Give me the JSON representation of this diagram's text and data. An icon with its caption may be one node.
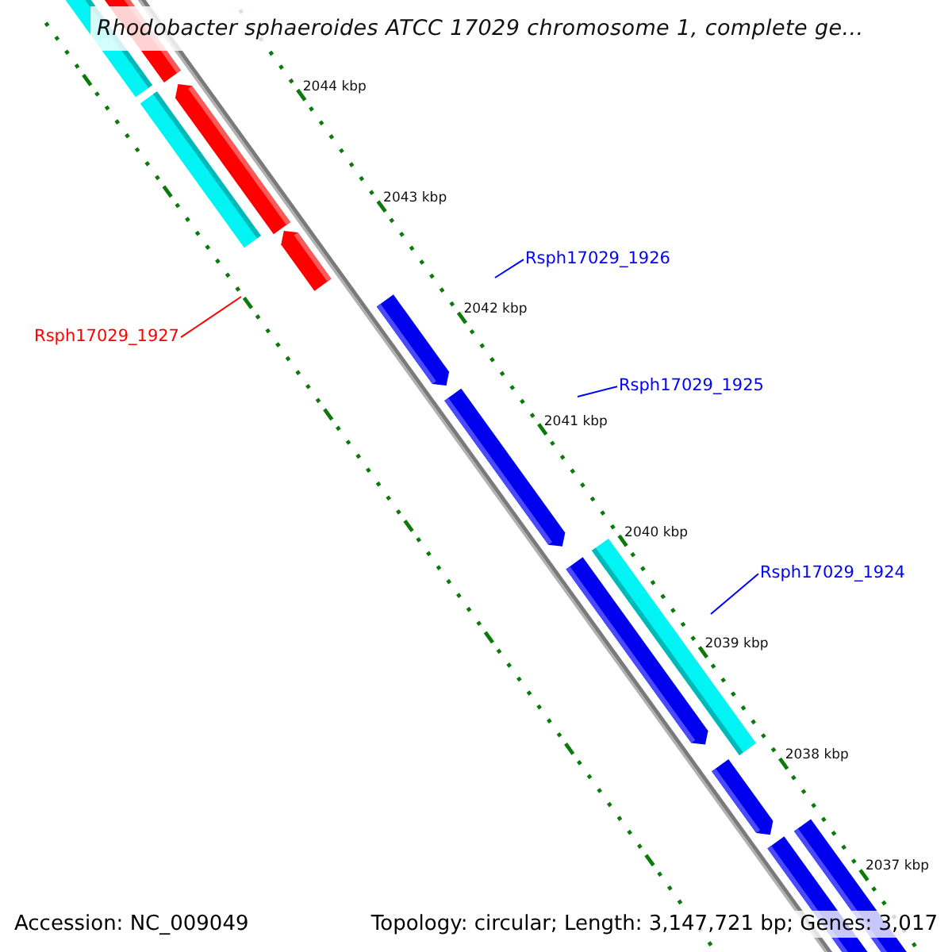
{
  "diagram": {
    "title": "Rhodobacter sphaeroides ATCC 17029 chromosome 1, complete ge...",
    "nodes": [
      {
        "text": [
          "Rsph17029_1927"
        ]
      },
      {
        "text": [
          "Rsph17029_1926"
        ]
      },
      {
        "text": [
          "Rsph17029_1925"
        ]
      },
      {
        "text": [
          "Rsph17029_1924"
        ]
      }
    ],
    "edges": [
      {
        "from": 0,
        "to": null,
        "arrow": "none",
        "color": "#ff0000"
      },
      {
        "from": 1,
        "to": null,
        "arrow": "none"
      },
      {
        "from": 2,
        "to": null,
        "arrow": "none"
      },
      {
        "from": 3,
        "to": null,
        "arrow": "none"
      }
    ],
    "labels": [
      "2044 kbp",
      "2043 kbp",
      "2042 kbp",
      "2041 kbp",
      "2040 kbp",
      "2039 kbp",
      "2038 kbp",
      "2037 kbp",
      "Accession: NC_009049",
      "Topology: circular; Length: 3,147,721 bp; Genes: 3,017"
    ]
  }
}
